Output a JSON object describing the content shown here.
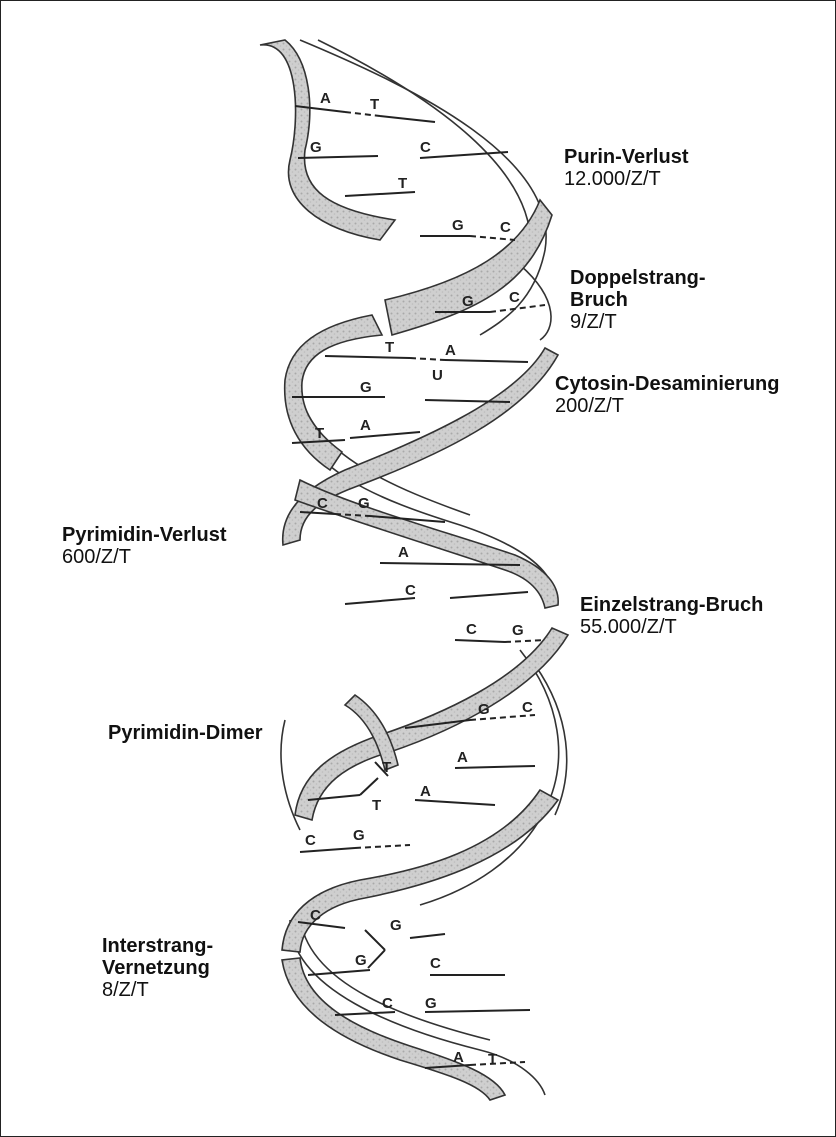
{
  "labels": {
    "purin": {
      "title_lines": [
        "Purin-Verlust"
      ],
      "value": "12.000/Z/T"
    },
    "doppel": {
      "title_lines": [
        "Doppelstrang-",
        "Bruch"
      ],
      "value": "9/Z/T"
    },
    "cytosin": {
      "title_lines": [
        "Cytosin-Desaminierung"
      ],
      "value": "200/Z/T"
    },
    "pyrverlust": {
      "title_lines": [
        "Pyrimidin-Verlust"
      ],
      "value": "600/Z/T"
    },
    "einzel": {
      "title_lines": [
        "Einzelstrang-Bruch"
      ],
      "value": "55.000/Z/T"
    },
    "dimer": {
      "title_lines": [
        "Pyrimidin-Dimer"
      ],
      "value": ""
    },
    "interstrang": {
      "title_lines": [
        "Interstrang-",
        "Vernetzung"
      ],
      "value": "8/Z/T"
    }
  },
  "bases": [
    {
      "id": "b1",
      "letter": "A"
    },
    {
      "id": "b2",
      "letter": "T"
    },
    {
      "id": "b3",
      "letter": "G"
    },
    {
      "id": "b4",
      "letter": "C"
    },
    {
      "id": "b5",
      "letter": "T"
    },
    {
      "id": "b6",
      "letter": "G"
    },
    {
      "id": "b7",
      "letter": "C"
    },
    {
      "id": "b8",
      "letter": "G"
    },
    {
      "id": "b9",
      "letter": "C"
    },
    {
      "id": "b10",
      "letter": "T"
    },
    {
      "id": "b11",
      "letter": "A"
    },
    {
      "id": "b12",
      "letter": "G"
    },
    {
      "id": "b13",
      "letter": "U"
    },
    {
      "id": "b14",
      "letter": "T"
    },
    {
      "id": "b15",
      "letter": "A"
    },
    {
      "id": "b16",
      "letter": "C"
    },
    {
      "id": "b17",
      "letter": "G"
    },
    {
      "id": "b18",
      "letter": "A"
    },
    {
      "id": "b19",
      "letter": "C"
    },
    {
      "id": "b20",
      "letter": "C"
    },
    {
      "id": "b21",
      "letter": "G"
    },
    {
      "id": "b22",
      "letter": "G"
    },
    {
      "id": "b23",
      "letter": "C"
    },
    {
      "id": "b24",
      "letter": "T"
    },
    {
      "id": "b25",
      "letter": "A"
    },
    {
      "id": "b26",
      "letter": "T"
    },
    {
      "id": "b27",
      "letter": "A"
    },
    {
      "id": "b28",
      "letter": "C"
    },
    {
      "id": "b29",
      "letter": "G"
    },
    {
      "id": "b30",
      "letter": "C"
    },
    {
      "id": "b31",
      "letter": "G"
    },
    {
      "id": "b32",
      "letter": "G"
    },
    {
      "id": "b33",
      "letter": "C"
    },
    {
      "id": "b34",
      "letter": "C"
    },
    {
      "id": "b35",
      "letter": "G"
    },
    {
      "id": "b36",
      "letter": "A"
    },
    {
      "id": "b37",
      "letter": "T"
    }
  ]
}
